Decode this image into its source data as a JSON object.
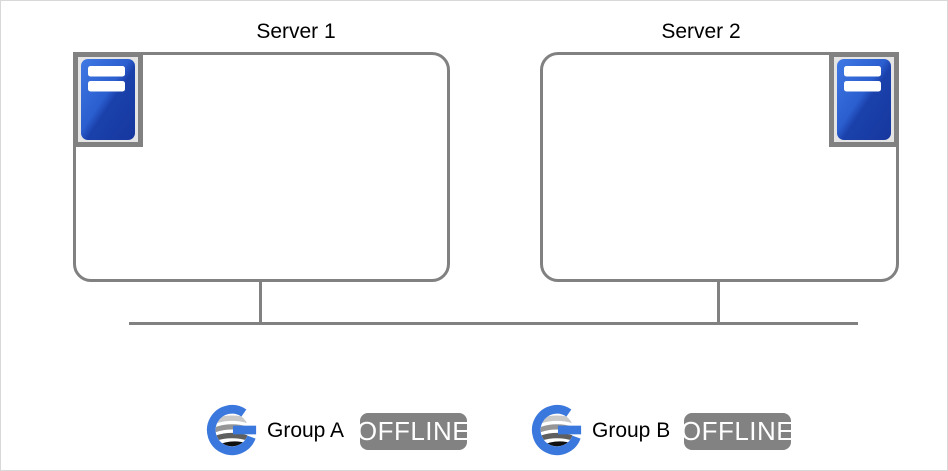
{
  "diagram": {
    "type": "cluster-status-diagram",
    "servers": [
      {
        "name": "Server 1",
        "icon": "server-tower-icon",
        "icon_corner": "top-left"
      },
      {
        "name": "Server 2",
        "icon": "server-tower-icon",
        "icon_corner": "top-right"
      }
    ],
    "groups": [
      {
        "name": "Group A",
        "status": "OFFLINE",
        "icon": "group-globe-g-icon"
      },
      {
        "name": "Group B",
        "status": "OFFLINE",
        "icon": "group-globe-g-icon"
      }
    ],
    "network": {
      "bus_line": "horizontal-bus-connecting-both-servers",
      "connectors": 2
    },
    "colors": {
      "line_gray": "#818181",
      "icon_frame_bg": "#e5e5e5",
      "server_icon_blue_light": "#3a73e0",
      "server_icon_blue_dark": "#16379e",
      "group_icon_blue": "#3b78dd",
      "status_badge_bg": "#828282",
      "status_badge_text": "#ffffff",
      "title_text": "#000000"
    }
  }
}
